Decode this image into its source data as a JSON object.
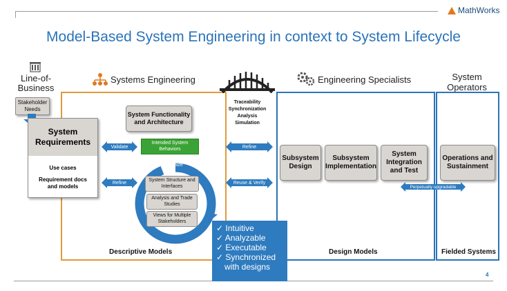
{
  "brand": "MathWorks",
  "title": "Model-Based System Engineering in context to System Lifecycle",
  "line_of_business": {
    "label": "Line-of-Business",
    "needs": "Stakeholder Needs"
  },
  "systems_engineering": {
    "label": "Systems Engineering",
    "system_requirements": "System Requirements",
    "use_cases": "Use cases",
    "req_docs": "Requirement docs and models",
    "functionality": "System Functionality and Architecture",
    "intended_behaviors": "Intended System Behaviors",
    "validate": "Validate",
    "refine": "Refine",
    "optimize": "Optimize",
    "structure": "System Structure and Interfaces",
    "analysis": "Analysis and Trade Studies",
    "views": "Views for Multiple Stakeholders",
    "descriptive_models": "Descriptive Models"
  },
  "bridge": {
    "lines": [
      "Traceability",
      "Synchronization",
      "Analysis",
      "Simulation"
    ],
    "refine": "Refine",
    "reuse": "Reuse & Verify"
  },
  "specialists": {
    "label": "Engineering Specialists",
    "subsystem_design": "Subsystem Design",
    "subsystem_impl": "Subsystem Implementation",
    "integration": "System Integration and Test",
    "design_models": "Design Models"
  },
  "operators": {
    "label": "System Operators",
    "ops": "Operations and Sustainment",
    "upgradable": "Perpetually upgradable",
    "fielded": "Fielded Systems"
  },
  "callout": [
    "✓  Intuitive",
    "✓  Analyzable",
    "✓  Executable",
    "✓  Synchronized",
    "    with designs"
  ],
  "page_number": "4"
}
